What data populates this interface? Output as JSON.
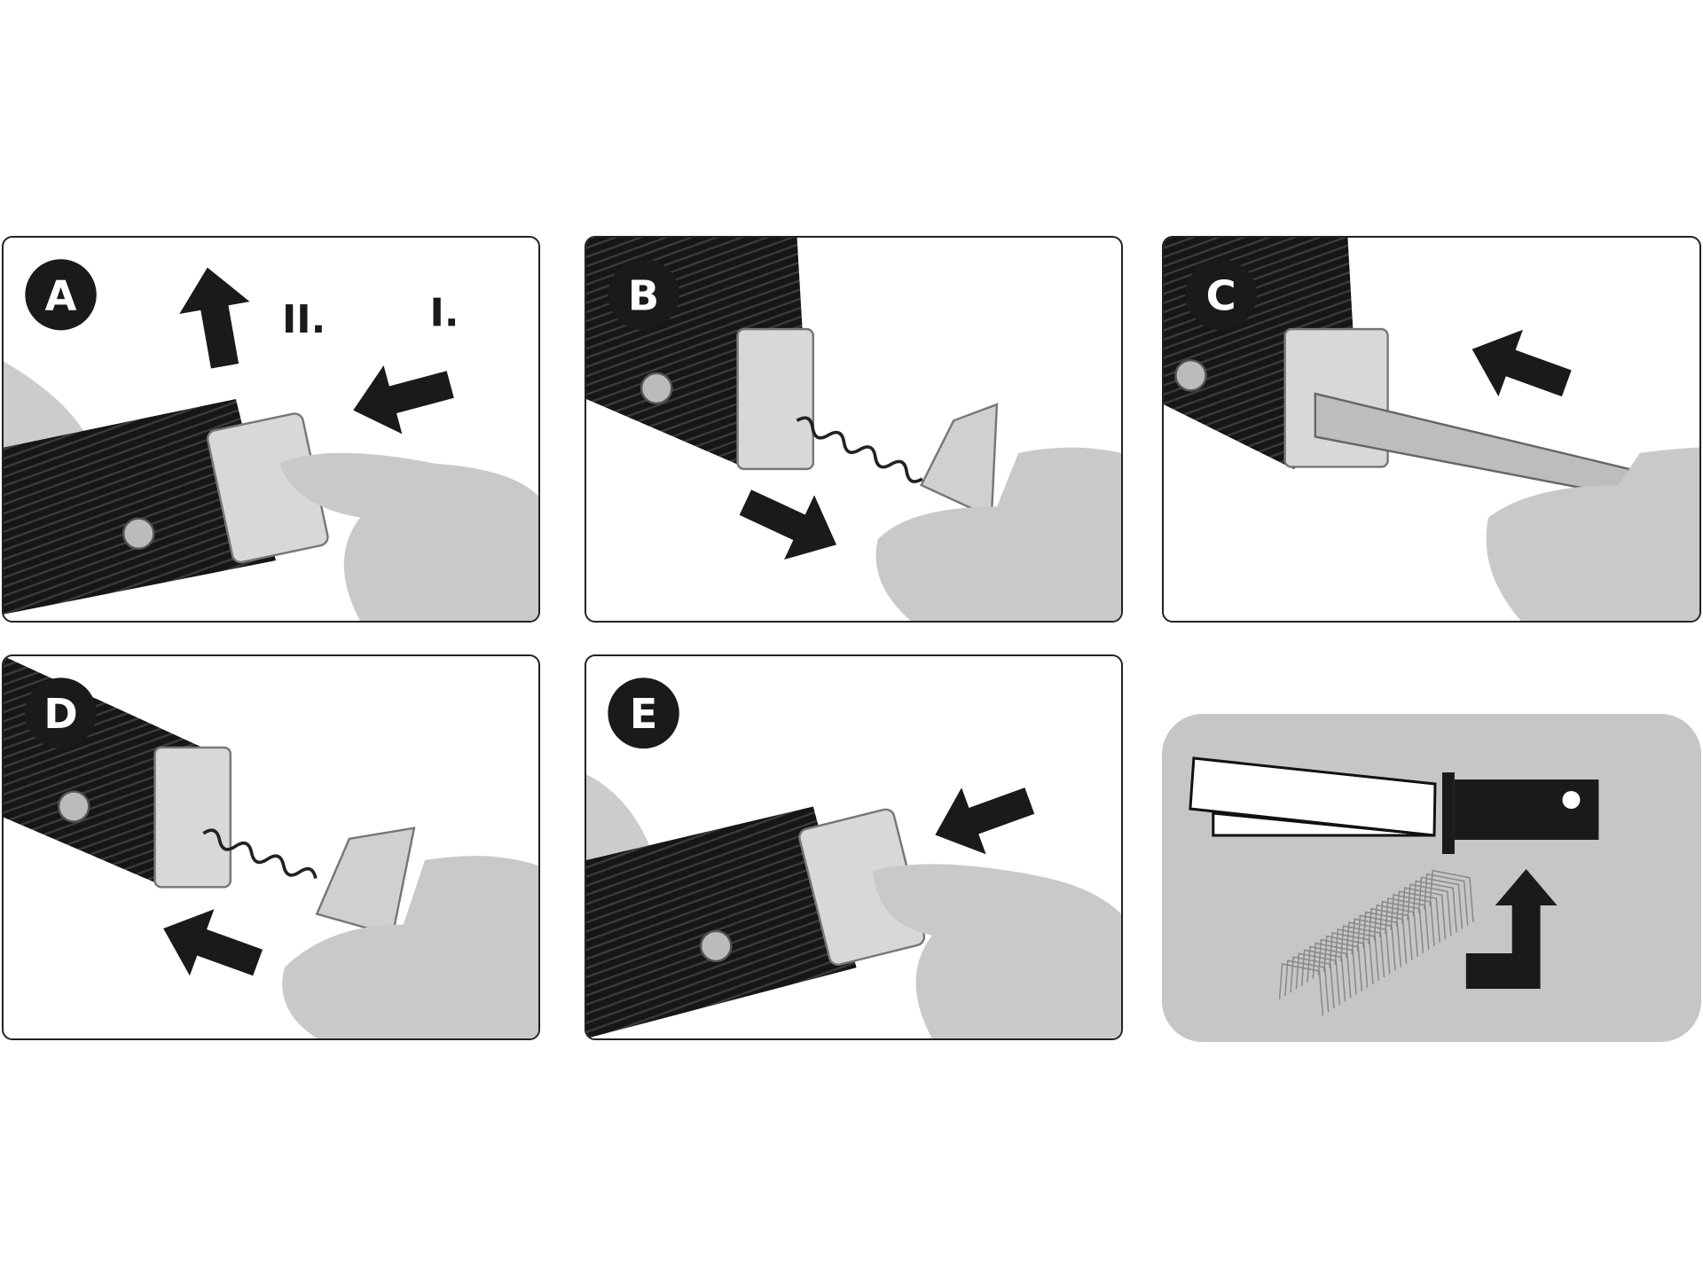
{
  "steps": [
    {
      "label": "A",
      "annotations": [
        "II.",
        "I."
      ]
    },
    {
      "label": "B"
    },
    {
      "label": "C"
    },
    {
      "label": "D"
    },
    {
      "label": "E"
    }
  ],
  "legend_panel": {
    "icon": "stapler-staples-refill-icon"
  },
  "colors": {
    "badge": "#1a1a1a",
    "arrow": "#1a1a1a",
    "legend_bg": "#c6c6c6"
  }
}
